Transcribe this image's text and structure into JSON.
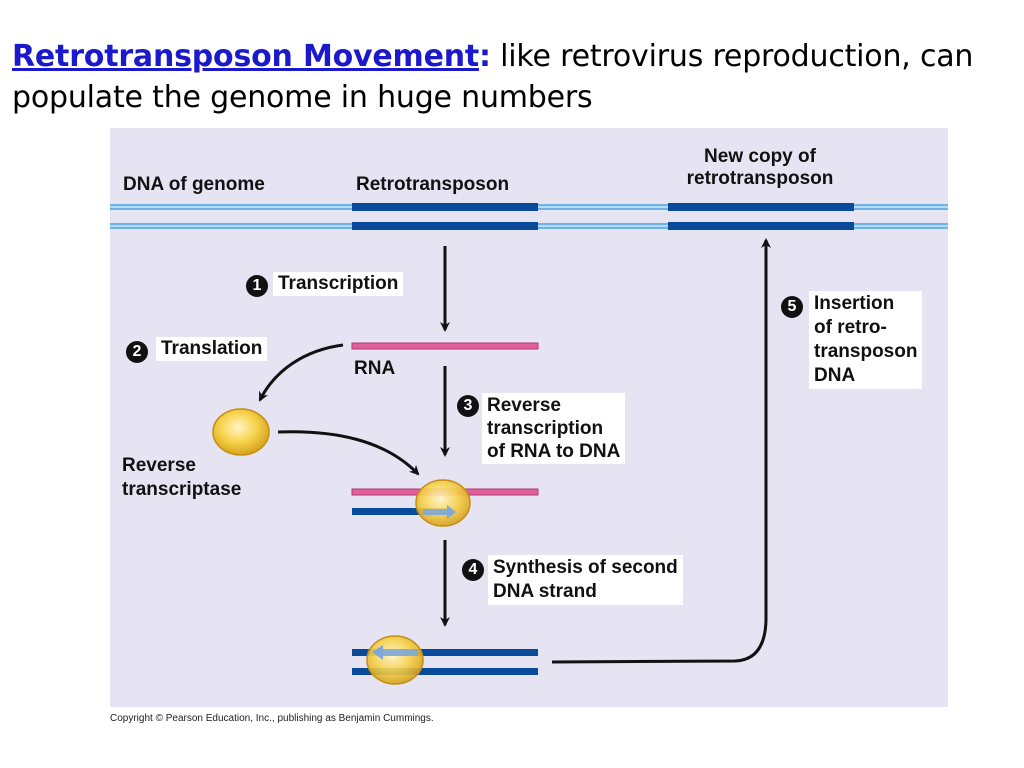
{
  "title": {
    "main": "Retrotransposon Movement",
    "colon": ":",
    "rest": " like retrovirus reproduction, can populate the genome in huge numbers"
  },
  "labels": {
    "dna_genome": "DNA of genome",
    "retrotransposon": "Retrotransposon",
    "new_copy": "New copy of\nretrotransposon",
    "rna": "RNA",
    "reverse_transcriptase": "Reverse\ntranscriptase"
  },
  "steps": [
    {
      "number": "1",
      "text": "Transcription"
    },
    {
      "number": "2",
      "text": "Translation"
    },
    {
      "number": "3",
      "text": "Reverse\ntranscription\nof RNA to DNA"
    },
    {
      "number": "4",
      "text": "Synthesis of second\nDNA strand"
    },
    {
      "number": "5",
      "text": "Insertion\nof retro-\ntransposon\nDNA"
    }
  ],
  "copyright": "Copyright © Pearson Education, Inc., publishing as Benjamin Cummings.",
  "colors": {
    "panel_bg": "#e6e3f3",
    "genome_dna": "#6cb4e6",
    "retro_dna": "#0a4a9a",
    "rna": "#e0609a",
    "enzyme": "#f2c431",
    "title_blue": "#1a1acc"
  }
}
